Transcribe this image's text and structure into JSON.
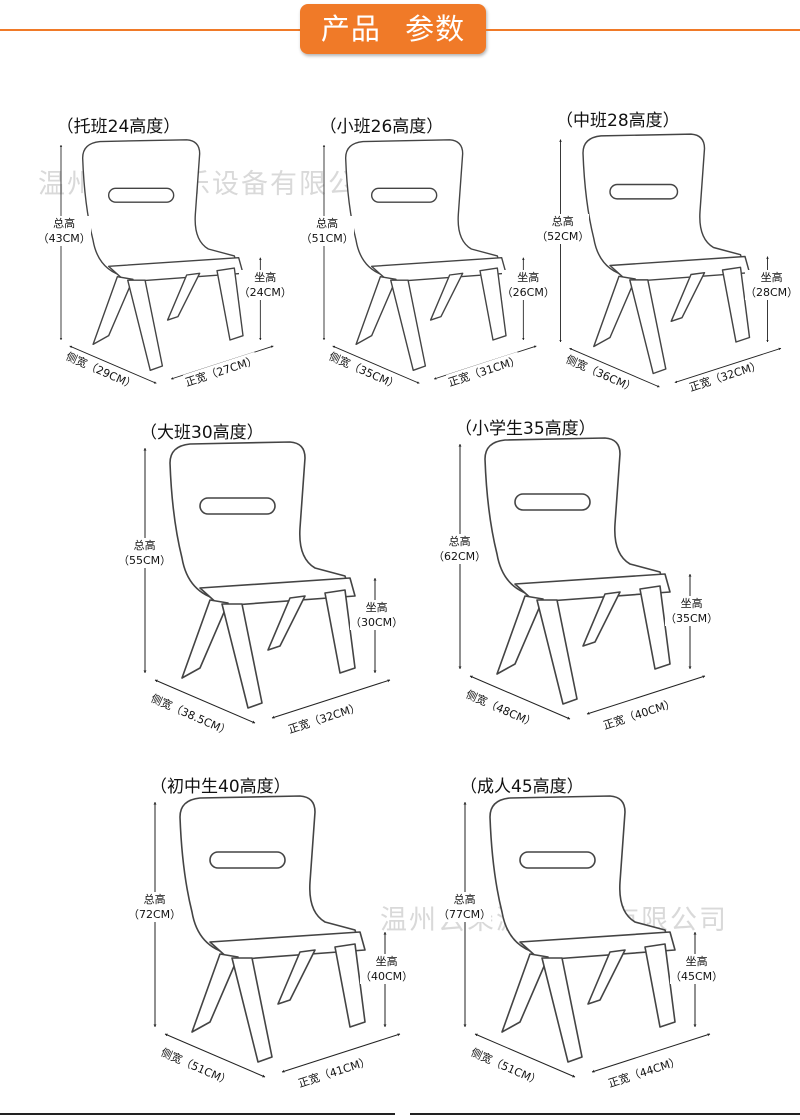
{
  "header": {
    "title": "产品 参数"
  },
  "watermark": "温州云朵游乐设备有限公司",
  "chairs": [
    {
      "title": "（托班24高度）",
      "total_label": "总高",
      "total_value": "（43CM）",
      "seat_label": "坐高",
      "seat_value": "（24CM）",
      "depth": "侧宽（29CM）",
      "width": "正宽（27CM）"
    },
    {
      "title": "（小班26高度）",
      "total_label": "总高",
      "total_value": "（51CM）",
      "seat_label": "坐高",
      "seat_value": "（26CM）",
      "depth": "侧宽（35CM）",
      "width": "正宽（31CM）"
    },
    {
      "title": "（中班28高度）",
      "total_label": "总高",
      "total_value": "（52CM）",
      "seat_label": "坐高",
      "seat_value": "（28CM）",
      "depth": "侧宽（36CM）",
      "width": "正宽（32CM）"
    },
    {
      "title": "（大班30高度）",
      "total_label": "总高",
      "total_value": "（55CM）",
      "seat_label": "坐高",
      "seat_value": "（30CM）",
      "depth": "侧宽（38.5CM）",
      "width": "正宽（32CM）"
    },
    {
      "title": "（小学生35高度）",
      "total_label": "总高",
      "total_value": "（62CM）",
      "seat_label": "坐高",
      "seat_value": "（35CM）",
      "depth": "侧宽（48CM）",
      "width": "正宽（40CM）"
    },
    {
      "title": "（初中生40高度）",
      "total_label": "总高",
      "total_value": "（72CM）",
      "seat_label": "坐高",
      "seat_value": "（40CM）",
      "depth": "侧宽（51CM）",
      "width": "正宽（41CM）"
    },
    {
      "title": "（成人45高度）",
      "total_label": "总高",
      "total_value": "（77CM）",
      "seat_label": "坐高",
      "seat_value": "（45CM）",
      "depth": "侧宽（51CM）",
      "width": "正宽（44CM）"
    }
  ]
}
